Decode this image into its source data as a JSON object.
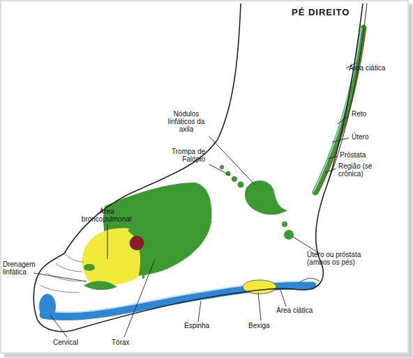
{
  "diagram": {
    "title": "PÉ DIREITO",
    "labels": [
      "Área ciática",
      "Reto",
      "Útero",
      "Próstata",
      "Região (se crônica)",
      "Nódulos linfáticos da axila",
      "Trompa de Falópio",
      "Área broncopulmonar",
      "Drenagem linfática",
      "Útero ou próstata (ambos os pés)",
      "Área ciática",
      "Bexiga",
      "Espinha",
      "Cervical",
      "Tórax"
    ]
  }
}
